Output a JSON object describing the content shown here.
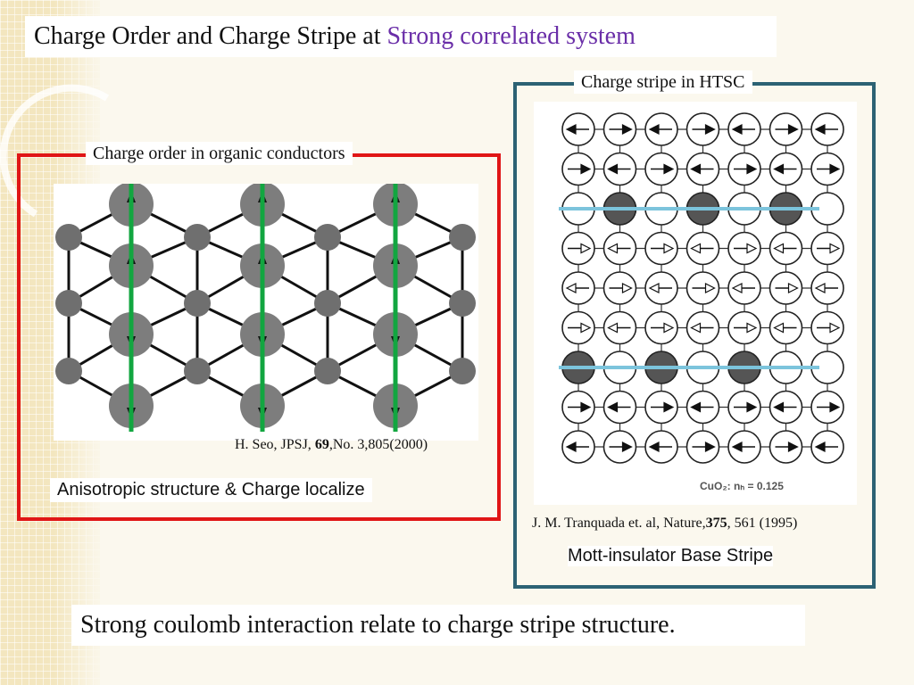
{
  "title": {
    "prefix": "Charge Order and Charge Stripe at ",
    "accent": "Strong correlated system",
    "accent_color": "#6a2ea8"
  },
  "organic_panel": {
    "label": "Charge order in organic conductors",
    "border_color": "#e01616",
    "citation_before_vol": "H. Seo, JPSJ, ",
    "citation_volume": "69",
    "citation_after_vol": ",No. 3,805(2000)",
    "caption": "Anisotropic structure & Charge localize",
    "line_color": "#12a640"
  },
  "htsc_panel": {
    "label": "Charge stripe in HTSC",
    "border_color": "#2c6274",
    "figure_caption": "CuO₂: nₕ = 0.125",
    "citation_before_vol": "J. M. Tranquada et. al, Nature,",
    "citation_volume": "375",
    "citation_after_vol": ", 561 (1995)",
    "caption": "Mott-insulator Base Stripe",
    "stripe_color": "#7cc4dc"
  },
  "bottom_text": "Strong coulomb interaction relate to charge stripe structure."
}
